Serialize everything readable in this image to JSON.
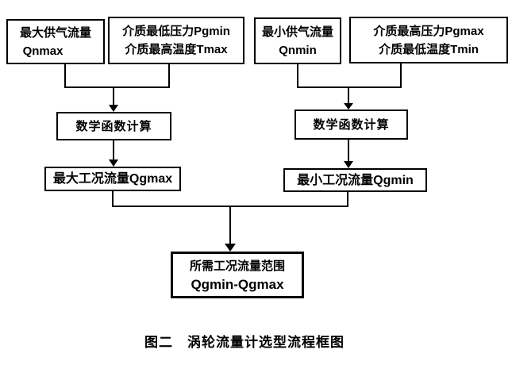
{
  "diagram": {
    "background": "#ffffff",
    "line_color": "#000000",
    "text_color": "#000000",
    "boxes": {
      "qnmax": {
        "line1": "最大供气流量",
        "line2": "Qnmax"
      },
      "pgmin_tmax": {
        "line1": "介质最低压力Pgmin",
        "line2": "介质最高温度Tmax"
      },
      "qnmin": {
        "line1": "最小供气流量",
        "line2": "Qnmin"
      },
      "pgmax_tmin": {
        "line1": "介质最高压力Pgmax",
        "line2": "介质最低温度Tmin"
      },
      "calc_left": {
        "line1": "数学函数计算"
      },
      "calc_right": {
        "line1": "数学函数计算"
      },
      "qgmax": {
        "line1": "最大工况流量Qgmax"
      },
      "qgmin": {
        "line1": "最小工况流量Qgmin"
      },
      "result": {
        "line1": "所需工况流量范围",
        "line2": "Qgmin-Qgmax"
      }
    },
    "caption": "图二　涡轮流量计选型流程框图"
  }
}
